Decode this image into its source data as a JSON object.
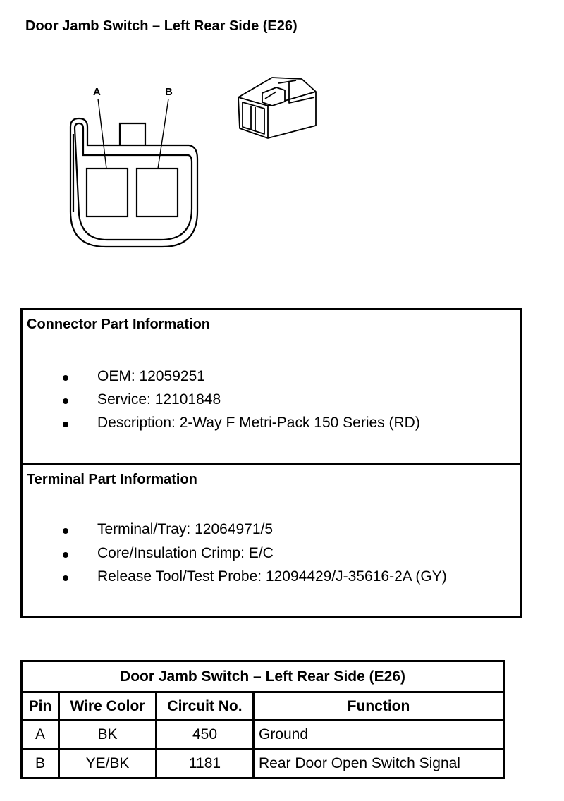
{
  "page_title": "Door Jamb Switch – Left Rear Side (E26)",
  "diagram": {
    "pin_labels": [
      "A",
      "B"
    ]
  },
  "connector_info": {
    "heading": "Connector Part Information",
    "items": [
      "OEM: 12059251",
      "Service: 12101848",
      "Description: 2-Way F Metri-Pack 150 Series (RD)"
    ]
  },
  "terminal_info": {
    "heading": "Terminal Part Information",
    "items": [
      "Terminal/Tray: 12064971/5",
      "Core/Insulation Crimp: E/C",
      "Release Tool/Test Probe: 12094429/J-35616-2A (GY)"
    ]
  },
  "pin_table": {
    "title": "Door Jamb Switch – Left Rear Side (E26)",
    "headers": [
      "Pin",
      "Wire Color",
      "Circuit No.",
      "Function"
    ],
    "rows": [
      [
        "A",
        "BK",
        "450",
        "Ground"
      ],
      [
        "B",
        "YE/BK",
        "1181",
        "Rear Door Open Switch Signal"
      ]
    ]
  }
}
